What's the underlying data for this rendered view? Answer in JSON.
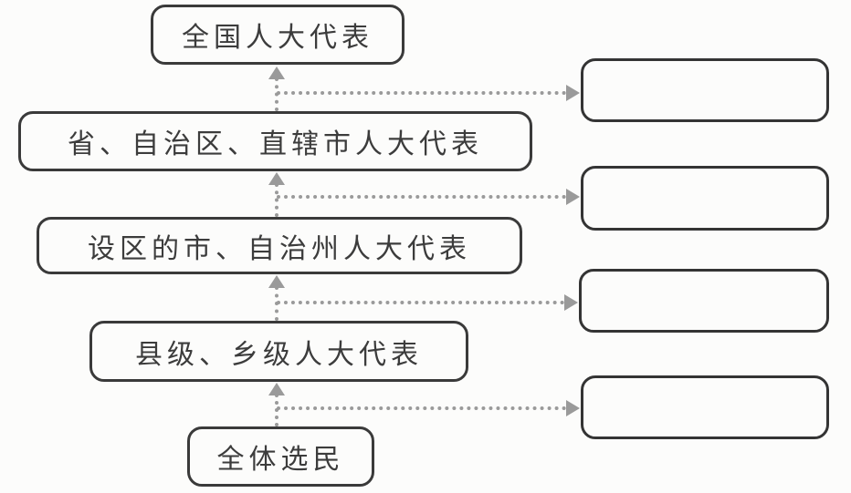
{
  "diagram": {
    "type": "flowchart",
    "description_visible": false,
    "levels": [
      {
        "label": "全国人大代表"
      },
      {
        "label": "省、自治区、直辖市人大代表"
      },
      {
        "label": "设区的市、自治州人大代表"
      },
      {
        "label": "县级、乡级人大代表"
      },
      {
        "label": "全体选民"
      }
    ],
    "blanks": [
      {
        "label": ""
      },
      {
        "label": ""
      },
      {
        "label": ""
      },
      {
        "label": ""
      }
    ],
    "connections": {
      "up_arrows": [
        {
          "from": "省、自治区、直辖市人大代表",
          "to": "全国人大代表"
        },
        {
          "from": "设区的市、自治州人大代表",
          "to": "省、自治区、直辖市人大代表"
        },
        {
          "from": "县级、乡级人大代表",
          "to": "设区的市、自治州人大代表"
        },
        {
          "from": "全体选民",
          "to": "县级、乡级人大代表"
        }
      ],
      "right_arrows": [
        {
          "from": "level-1-to-2 connector",
          "to": "blank-1"
        },
        {
          "from": "level-2-to-3 connector",
          "to": "blank-2"
        },
        {
          "from": "level-3-to-4 connector",
          "to": "blank-3"
        },
        {
          "from": "level-4-to-5 connector",
          "to": "blank-4"
        }
      ]
    },
    "colors": {
      "box_border": "#3a3a3a",
      "arrow": "#9a9a9a",
      "background": "#fcfcfb",
      "text": "#3c3c3c"
    }
  }
}
